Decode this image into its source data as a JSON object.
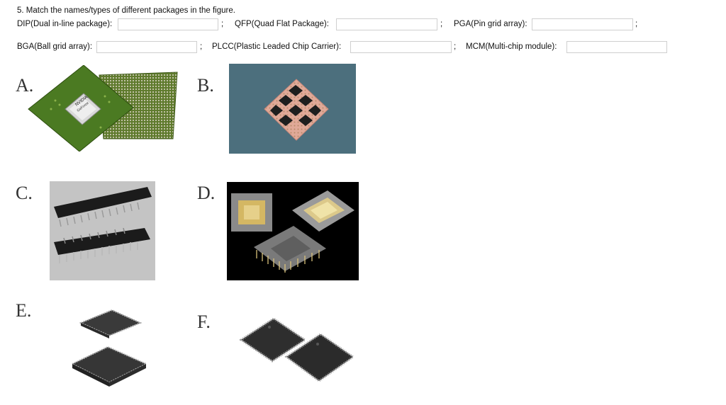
{
  "question": "5. Match the names/types of different packages in the figure.",
  "fields": {
    "dip": {
      "label": "DIP(Dual in-line package):",
      "value": ""
    },
    "qfp": {
      "label": "QFP(Quad Flat Package):",
      "value": ""
    },
    "pga": {
      "label": "PGA(Pin grid array):",
      "value": ""
    },
    "bga": {
      "label": "BGA(Ball grid array):",
      "value": ""
    },
    "plcc": {
      "label": "PLCC(Plastic Leaded Chip Carrier):",
      "value": ""
    },
    "mcm": {
      "label": "MCM(Multi-chip module):",
      "value": ""
    }
  },
  "separator": ";",
  "figures": [
    {
      "letter": "A.",
      "depicts": "green BGA package with NVIDIA chip"
    },
    {
      "letter": "B.",
      "depicts": "pin grid array package on blue background"
    },
    {
      "letter": "C.",
      "depicts": "two black dual in-line packages"
    },
    {
      "letter": "D.",
      "depicts": "ceramic multi-chip modules on black background"
    },
    {
      "letter": "E.",
      "depicts": "two PLCC packages"
    },
    {
      "letter": "F.",
      "depicts": "two quad flat packages"
    }
  ],
  "chip_logo_text": [
    "NVIDIA",
    "GeForce"
  ]
}
